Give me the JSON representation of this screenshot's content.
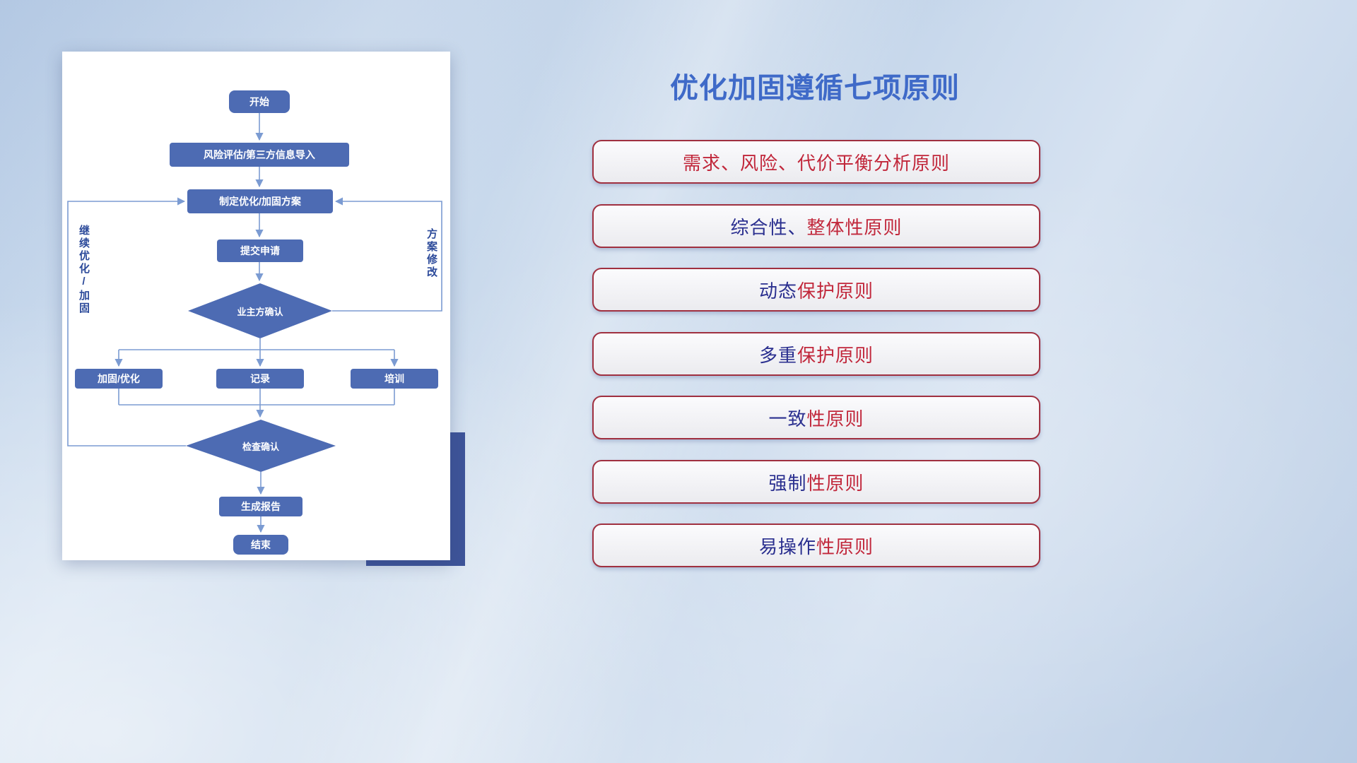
{
  "flowchart": {
    "nodes": {
      "start": "开始",
      "risk": "风险评估/第三方信息导入",
      "plan": "制定优化/加固方案",
      "submit": "提交申请",
      "owner_confirm": "业主方确认",
      "harden": "加固/优化",
      "record": "记录",
      "train": "培训",
      "check_confirm": "检查确认",
      "report": "生成报告",
      "end": "结束"
    },
    "labels": {
      "left_loop": "继续优化/加固",
      "right_loop": "方案修改"
    }
  },
  "principles": {
    "title": "优化加固遵循七项原则",
    "items": [
      {
        "blue": "",
        "red": "需求、风险、代价平衡分析原则"
      },
      {
        "blue": "综合性、",
        "red": "整体性原则"
      },
      {
        "blue": "动态",
        "red": "保护原则"
      },
      {
        "blue": "多重",
        "red": "保护原则"
      },
      {
        "blue": "一致",
        "red": "性原则"
      },
      {
        "blue": "强制",
        "red": "性原则"
      },
      {
        "blue": "易操作",
        "red": "性原则"
      }
    ]
  },
  "colors": {
    "node_fill": "#4d6bb3",
    "connector_line": "#7b9bd2",
    "title_blue": "#3f6ac8",
    "text_navy": "#2a2f8f",
    "text_red": "#c1273b",
    "button_border": "#a03040",
    "accent_rect": "#3e5499"
  }
}
